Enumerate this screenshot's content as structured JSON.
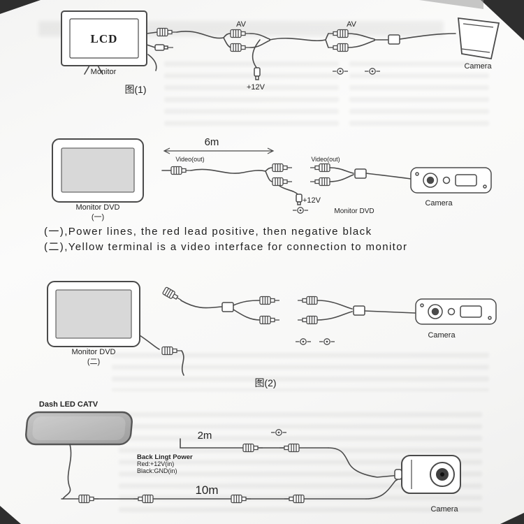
{
  "colors": {
    "line": "#4a4a4a",
    "screen_gray": "#d8d8d8",
    "mirror_gray": "#b0b0b0"
  },
  "fig1": {
    "screen_label": "LCD",
    "monitor_label": "Monitor",
    "caption": "图(1)",
    "av_left": "AV",
    "av_right": "AV",
    "power_label": "+12V",
    "camera_label": "Camera"
  },
  "fig6m": {
    "monitor_label": "Monitor DVD",
    "monitor_sub": "(一)",
    "cable_length": "6m",
    "video_out_left": "Video(out)",
    "video_out_right": "Video(out)",
    "power_label": "+12V",
    "dvd_label": "Monitor DVD",
    "camera_label": "Camera"
  },
  "notes": {
    "line1": "(一),Power lines, the red lead positive, then negative black",
    "line2": "(二),Yellow terminal is a video interface for connection to monitor"
  },
  "fig2": {
    "monitor_label": "Monitor DVD",
    "monitor_sub": "(二)",
    "caption": "图(2)",
    "camera_label": "Camera"
  },
  "mirror": {
    "label": "Dash LED CATV",
    "cable_short": "2m",
    "power_title": "Back Lingt Power",
    "power_red": "Red:+12V(in)",
    "power_black": "Black:GND(in)",
    "cable_long": "10m",
    "camera_label": "Camera"
  },
  "icons": {
    "power_plug": "power-plug-symbol",
    "rca_plug": "rca-plug-icon"
  }
}
